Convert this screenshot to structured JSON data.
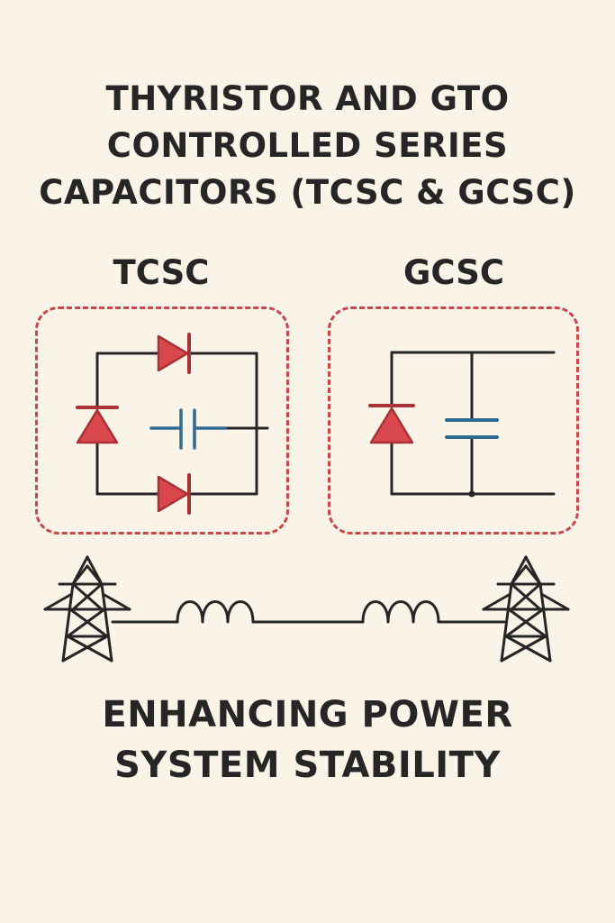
{
  "title": {
    "line1": "THYRISTOR AND GTO",
    "line2": "CONTROLLED SERIES",
    "line3": "CAPACITORS (TCSC & GCSC)"
  },
  "panels": {
    "left_label": "TCSC",
    "right_label": "GCSC"
  },
  "subtitle": {
    "line1": "ENHANCING POWER",
    "line2": "SYSTEM STABILITY"
  },
  "colors": {
    "background": "#faf3e8",
    "text": "#262626",
    "accent_red": "#d9484c",
    "capacitor_blue": "#2f6a93"
  },
  "icons": [
    "thyristor-icon",
    "capacitor-icon",
    "transmission-tower-icon",
    "inductor-icon"
  ]
}
